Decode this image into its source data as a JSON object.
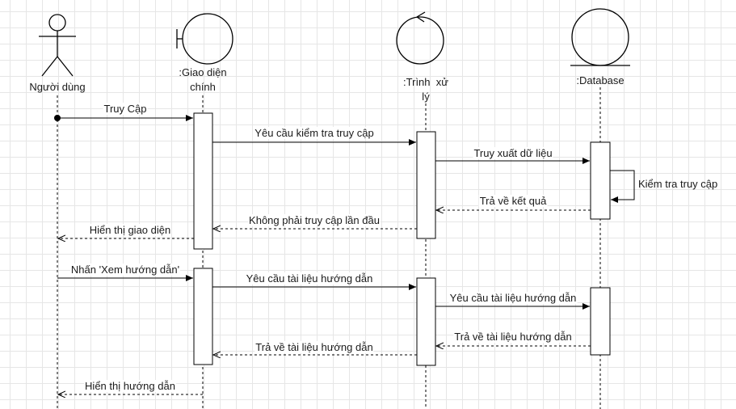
{
  "participants": {
    "user": "Người dùng",
    "gui": ":Giao diện chính",
    "gui_line1": ":Giao diện",
    "gui_line2": "chính",
    "proc": ":Trình  xử lý",
    "proc_line1": ":Trình  xử",
    "proc_line2": "lý",
    "db": ":Database"
  },
  "messages": {
    "m1": "Truy Cập",
    "m2": "Yêu cầu kiểm tra truy cập",
    "m3": "Truy xuất dữ liệu",
    "m4": "Kiểm tra truy cập",
    "m5": "Trả về kết quả",
    "m6": "Không phải truy cập lần đầu",
    "m7": "Hiển thị giao diện",
    "m8": "Nhấn 'Xem hướng dẫn'",
    "m9": "Yêu cầu tài liệu hướng dẫn",
    "m10": "Yêu cầu tài liệu hướng dẫn",
    "m11": "Trả về tài liệu hướng dẫn",
    "m12": "Trả về tài liệu hướng dẫn",
    "m13": "Hiển thị hướng dẫn"
  },
  "colors": {
    "line": "#000000",
    "text": "#1a1a1a",
    "grid": "#e6e6e6"
  }
}
